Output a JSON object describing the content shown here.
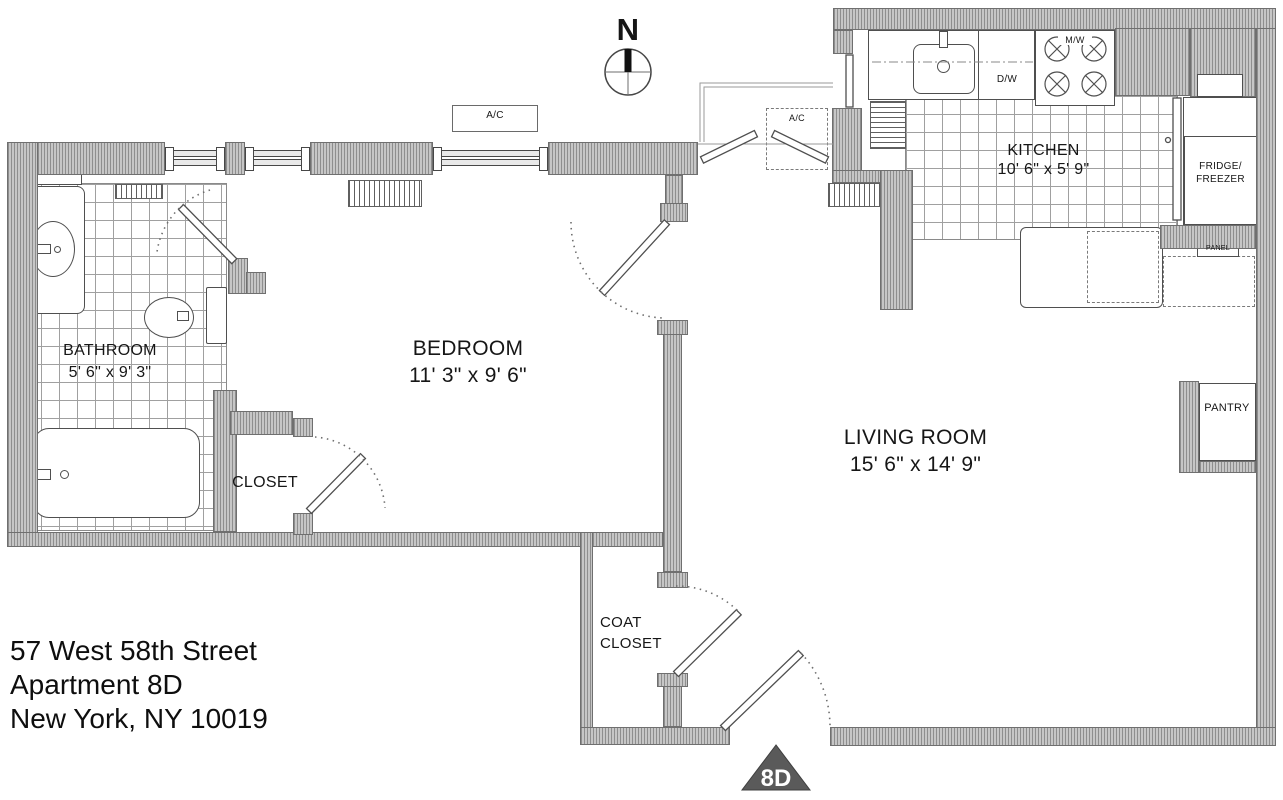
{
  "address": {
    "line1": "57 West 58th Street",
    "line2": "Apartment 8D",
    "line3": "New York, NY 10019"
  },
  "compass_label": "N",
  "unit_badge": "8D",
  "rooms": {
    "bathroom": {
      "name": "BATHROOM",
      "dims": "5' 6\" x 9' 3\""
    },
    "bedroom": {
      "name": "BEDROOM",
      "dims": "11' 3\" x 9' 6\""
    },
    "kitchen": {
      "name": "KITCHEN",
      "dims": "10' 6\" x 5' 9\""
    },
    "living_room": {
      "name": "LIVING ROOM",
      "dims": "15' 6\" x 14' 9\""
    },
    "closet": "CLOSET",
    "coat_closet_line1": "COAT",
    "coat_closet_line2": "CLOSET",
    "pantry": "PANTRY"
  },
  "labels": {
    "ac": "A/C",
    "dishwasher": "D/W",
    "microwave": "M/W",
    "fridge_line1": "FRIDGE/",
    "fridge_line2": "FREEZER",
    "panel": "PANEL"
  },
  "colors": {
    "wall_fill": "#c6c6c6",
    "wall_stripe": "#8e8e8e",
    "linework": "#4f4f4f",
    "badge_bg": "#5a5a5a",
    "badge_text": "#ffffff"
  }
}
